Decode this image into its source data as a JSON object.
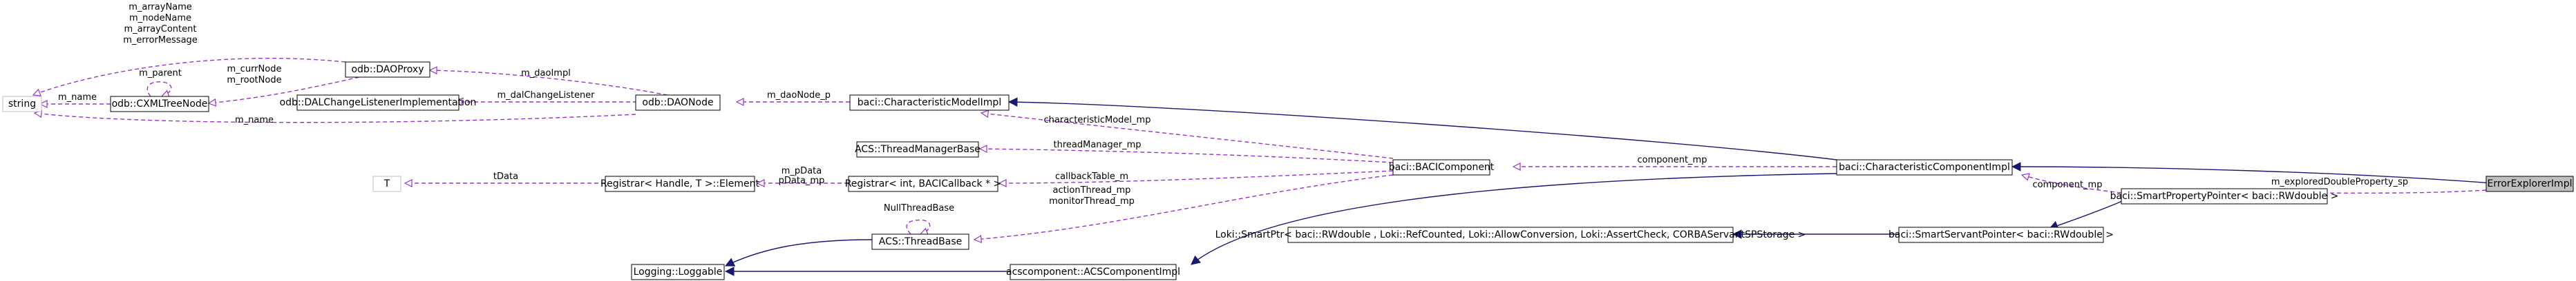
{
  "nodes": {
    "string": "string",
    "cxml": "odb::CXMLTreeNode",
    "dalcl": "odb::DALChangeListenerImplementation",
    "daoproxy": "odb::DAOProxy",
    "daonode": "odb::DAONode",
    "charmodel": "baci::CharacteristicModelImpl",
    "thrmgr": "ACS::ThreadManagerBase",
    "bacicomp": "baci::BACIComponent",
    "tnode": "T",
    "reg_elem": "Registrar< Handle, T >::Element",
    "reg_int": "Registrar< int, BACICallback * >",
    "thrbase": "ACS::ThreadBase",
    "loggable": "Logging::Loggable",
    "acscomp": "acscomponent::ACSComponentImpl",
    "charcomp": "baci::CharacteristicComponentImpl",
    "lokiptr": "Loki::SmartPtr< baci::RWdouble , Loki::RefCounted, Loki::AllowConversion, Loki::AssertCheck, CORBAServantSPStorage >",
    "servptr": "baci::SmartServantPointer< baci::RWdouble >",
    "propptr": "baci::SmartPropertyPointer< baci::RWdouble >",
    "errexp": "ErrorExplorerImpl"
  },
  "labels": {
    "string_multi_1": "m_arrayName",
    "string_multi_2": "m_nodeName",
    "string_multi_3": "m_arrayContent",
    "string_multi_4": "m_errorMessage",
    "cxml_parent": "m_parent",
    "string_cxml": "m_name",
    "cxml_proxy_1": "m_currNode",
    "cxml_proxy_2": "m_rootNode",
    "daoimpl": "m_daoImpl",
    "dallistener": "m_dalChangeListener",
    "string_daonode": "m_name",
    "daonode_p": "m_daoNode_p",
    "charmodel_mp": "characteristicModel_mp",
    "thrmgr_mp": "threadManager_mp",
    "component_mp_1": "component_mp",
    "tdata": "tData",
    "pdata_1": "m_pData",
    "pdata_2": "pData_mp",
    "callback": "callbackTable_m",
    "actthread": "actionThread_mp",
    "monthread": "monitorThread_mp",
    "nullthread": "NullThreadBase",
    "component_mp_2": "component_mp",
    "explored": "m_exploredDoubleProperty_sp"
  },
  "colors": {
    "inherit_edge": "#191970",
    "usage_edge": "#9a32cd",
    "highlight_fill": "#bfbfbf",
    "dim_border": "#bfbfbf"
  }
}
